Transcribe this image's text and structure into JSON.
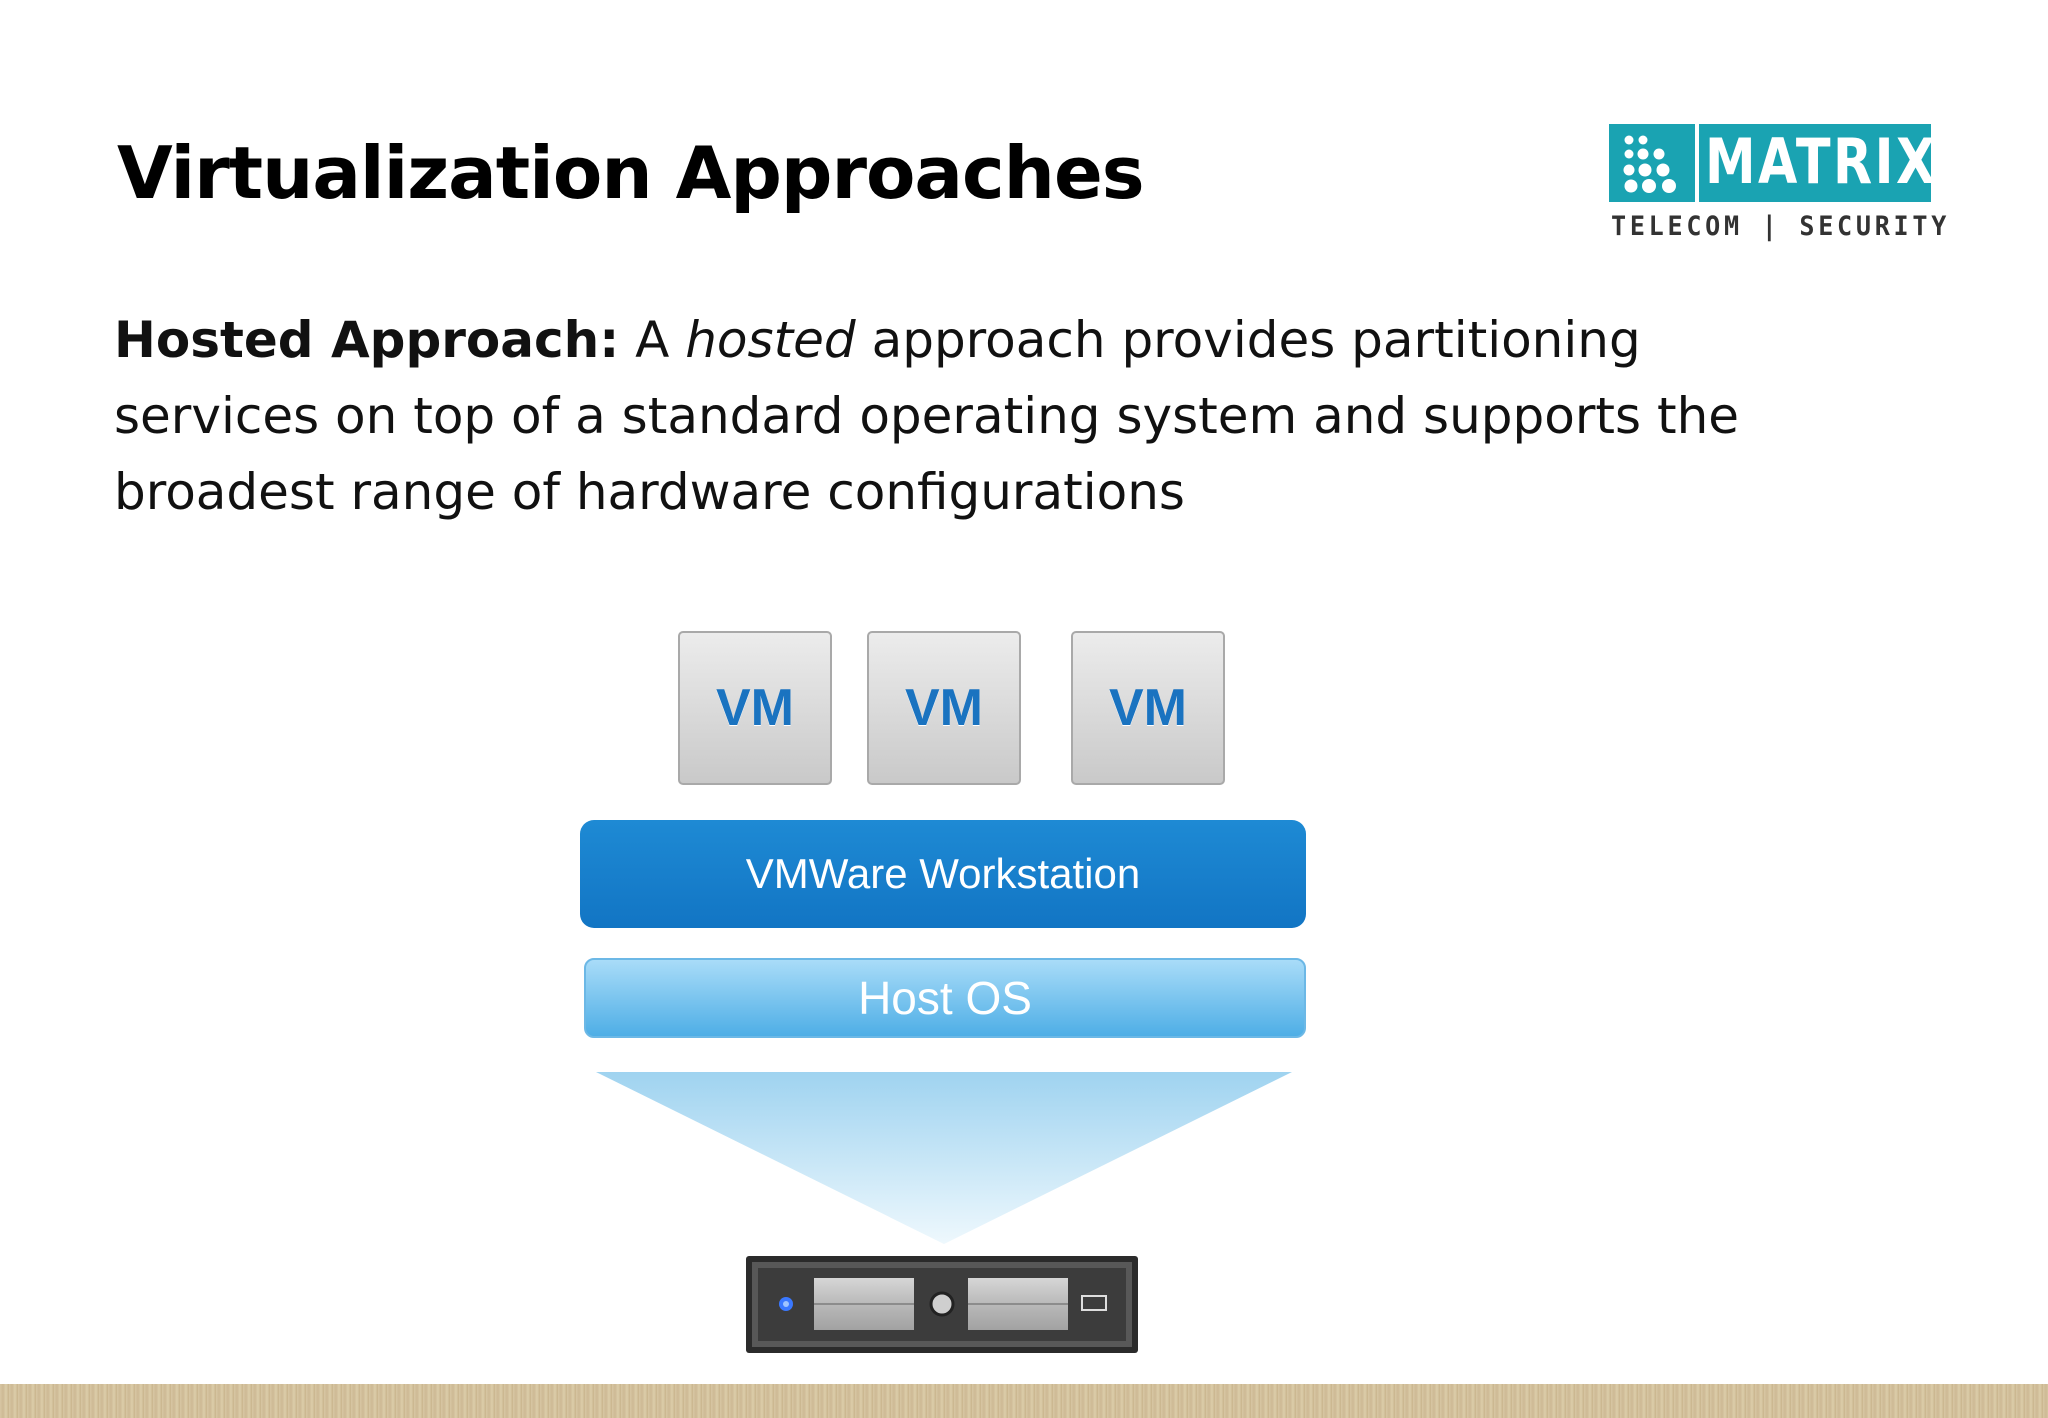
{
  "slide": {
    "title": "Virtualization Approaches",
    "logo": {
      "name": "MATRIX",
      "tagline": "TELECOM | SECURITY",
      "brand_color": "#1aa3b2"
    },
    "description": {
      "lead_bold": "Hosted Approach:",
      "text_before_italic": " A ",
      "italic_word": "hosted",
      "text_after_italic": " approach provides partitioning services on top of a standard operating system and supports the broadest range of hardware configurations"
    }
  },
  "diagram": {
    "vms": [
      {
        "label": "VM"
      },
      {
        "label": "VM"
      },
      {
        "label": "VM"
      }
    ],
    "hypervisor_label": "VMWare Workstation",
    "host_os_label": "Host OS",
    "hardware_icon": "server-rack-icon",
    "colors": {
      "vm_text": "#1a73c0",
      "hypervisor_fill": "#1a7fcf",
      "host_os_fill": "#6cc0ee"
    }
  }
}
